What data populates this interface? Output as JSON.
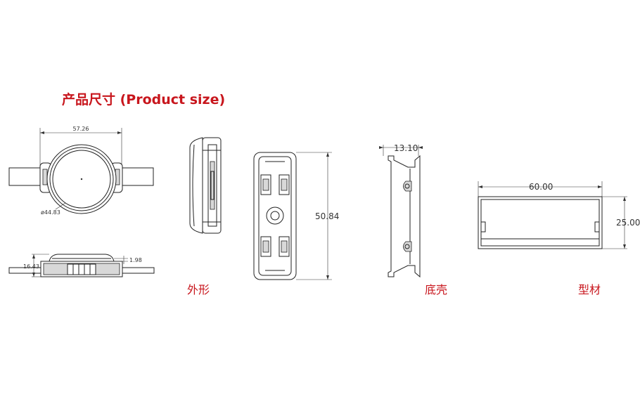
{
  "title": "产品尺寸 (Product size)",
  "captions": {
    "appearance": "外形",
    "base_shell": "底壳",
    "profile": "型材"
  },
  "dimensions": {
    "module_width": "57.26",
    "lens_diameter": "ø44.83",
    "module_height": "16.43",
    "lens_offset": "1.98",
    "side_length": "50.84",
    "base_width": "13.10",
    "profile_width": "60.00",
    "profile_height": "25.00"
  },
  "colors": {
    "accent": "#c8161d",
    "line": "#222222"
  }
}
